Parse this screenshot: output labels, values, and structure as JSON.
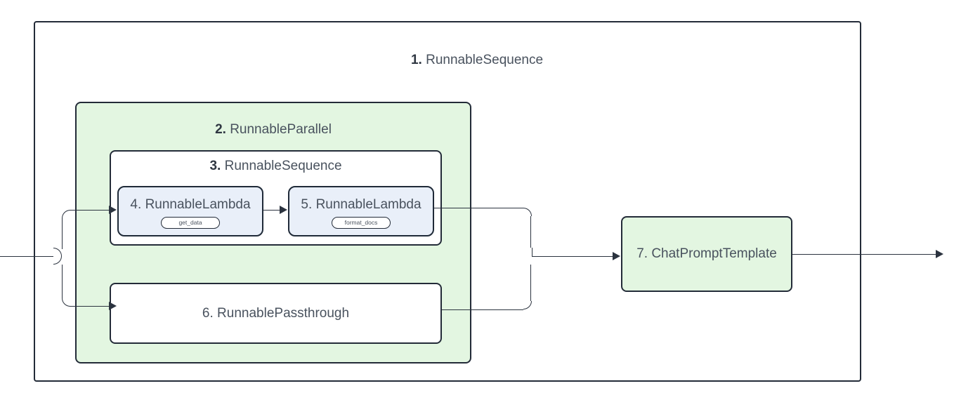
{
  "diagram": {
    "type": "langchain-runnable-graph",
    "colors": {
      "stroke": "#2b333f",
      "green_fill": "#e3f6e1",
      "blue_fill": "#e9eff9",
      "text": "#49525e",
      "background": "#ffffff"
    },
    "nodes": [
      {
        "id": 1,
        "num": "1.",
        "label": "RunnableSequence",
        "fill": "white",
        "role": "outer-container"
      },
      {
        "id": 2,
        "num": "2.",
        "label": "RunnableParallel",
        "fill": "green",
        "role": "container"
      },
      {
        "id": 3,
        "num": "3.",
        "label": "RunnableSequence",
        "fill": "white",
        "role": "container"
      },
      {
        "id": 4,
        "num": "4.",
        "label": "RunnableLambda",
        "fill": "blue",
        "role": "leaf",
        "function": "get_data"
      },
      {
        "id": 5,
        "num": "5.",
        "label": "RunnableLambda",
        "fill": "blue",
        "role": "leaf",
        "function": "format_docs"
      },
      {
        "id": 6,
        "num": "6.",
        "label": "RunnablePassthrough",
        "fill": "white",
        "role": "leaf"
      },
      {
        "id": 7,
        "num": "7.",
        "label": "ChatPromptTemplate",
        "fill": "green",
        "role": "leaf"
      }
    ],
    "edges": [
      {
        "from": "input",
        "to": 4,
        "style": "orthogonal-split"
      },
      {
        "from": "input",
        "to": 6,
        "style": "orthogonal-split"
      },
      {
        "from": 4,
        "to": 5,
        "style": "straight"
      },
      {
        "from": 5,
        "to": 7,
        "style": "orthogonal-merge"
      },
      {
        "from": 6,
        "to": 7,
        "style": "orthogonal-merge"
      },
      {
        "from": 7,
        "to": "output",
        "style": "straight"
      }
    ]
  }
}
